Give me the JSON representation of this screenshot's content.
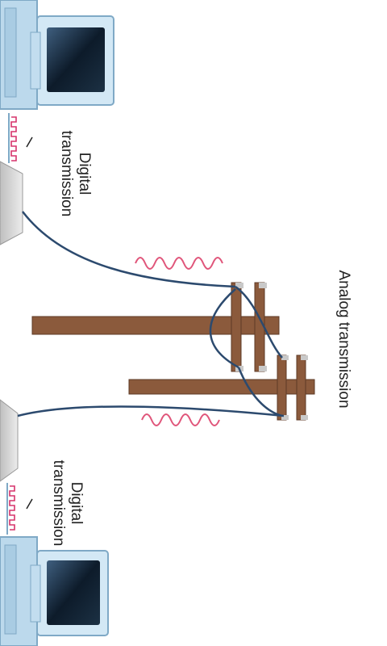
{
  "labels": {
    "digital_top_line1": "Digital",
    "digital_top_line2": "transmission",
    "digital_bottom_line1": "Digital",
    "digital_bottom_line2": "transmission",
    "analog": "Analog transmission"
  },
  "colors": {
    "computer_body": "#c9e2f2",
    "computer_edge": "#7fa9c6",
    "screen": "#0d1b2a",
    "modem": "#dcdcdc",
    "pole_wood": "#8b5a3c",
    "cable": "#2c4a6e",
    "analog_wave": "#e0557a",
    "digital_signal": "#d6336c"
  },
  "icons": [
    "computer-icon",
    "modem-icon",
    "utility-pole-icon"
  ]
}
